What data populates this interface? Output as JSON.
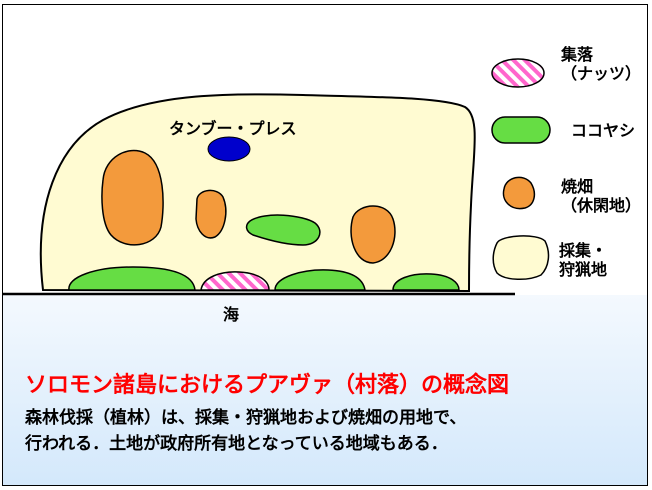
{
  "village_label": "タンブー・プレス",
  "sea_label": "海",
  "legend": [
    {
      "key": "hamlet",
      "label_lines": [
        "集落",
        "（ナッツ）"
      ],
      "color": "#ff66cc",
      "pattern": "diagonal-hatch"
    },
    {
      "key": "coconut",
      "label_lines": [
        "ココヤシ"
      ],
      "color": "#66dd44"
    },
    {
      "key": "swidden",
      "label_lines": [
        "焼畑",
        "（休閑地）"
      ],
      "color": "#f39a3c"
    },
    {
      "key": "hunting",
      "label_lines": [
        "採集・",
        "狩猟地"
      ],
      "color": "#fffbd2"
    }
  ],
  "colors": {
    "land": "#fffbd2",
    "coconut": "#66dd44",
    "swidden": "#f39a3c",
    "hamlet_hatch": "#ff66cc",
    "village_center": "#0000cc",
    "title_red": "#ff0000"
  },
  "caption": {
    "title": "ソロモン諸島におけるプアヴァ（村落）の概念図",
    "line1": "森林伐採（植林）は、採集・狩猟地および焼畑の用地で、",
    "line2": "行われる．土地が政府所有地となっている地域もある．"
  }
}
